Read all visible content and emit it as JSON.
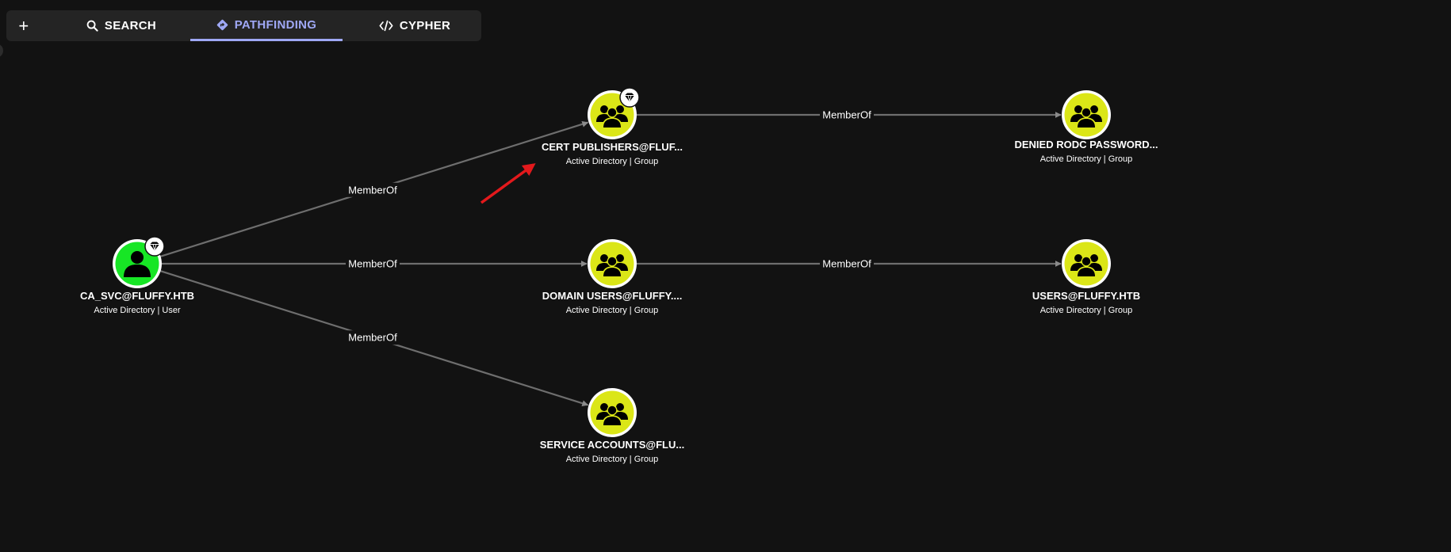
{
  "tabs": {
    "add_label": "+",
    "search_label": "SEARCH",
    "pathfinding_label": "PATHFINDING",
    "cypher_label": "CYPHER",
    "active": "pathfinding",
    "active_color": "#9FA8F5"
  },
  "graph": {
    "user_color": "#17E625",
    "group_color": "#DBE617",
    "edge_color": "#6e6e6e",
    "annotation_color": "#E3191C",
    "nodes": [
      {
        "id": "ca_svc",
        "label": "CA_SVC@FLUFFY.HTB",
        "sub": "Active Directory | User",
        "kind": "user",
        "badge": true,
        "icon": "user-icon"
      },
      {
        "id": "cert_pub",
        "label": "CERT PUBLISHERS@FLUF...",
        "sub": "Active Directory | Group",
        "kind": "group",
        "badge": true,
        "icon": "group-icon"
      },
      {
        "id": "domain_users",
        "label": "DOMAIN USERS@FLUFFY....",
        "sub": "Active Directory | Group",
        "kind": "group",
        "badge": false,
        "icon": "group-icon"
      },
      {
        "id": "service_acc",
        "label": "SERVICE ACCOUNTS@FLU...",
        "sub": "Active Directory | Group",
        "kind": "group",
        "badge": false,
        "icon": "group-icon"
      },
      {
        "id": "denied_rodc",
        "label": "DENIED RODC PASSWORD...",
        "sub": "Active Directory | Group",
        "kind": "group",
        "badge": false,
        "icon": "group-icon"
      },
      {
        "id": "users",
        "label": "USERS@FLUFFY.HTB",
        "sub": "Active Directory | Group",
        "kind": "group",
        "badge": false,
        "icon": "group-icon"
      }
    ],
    "edges": [
      {
        "from": "ca_svc",
        "to": "cert_pub",
        "label": "MemberOf"
      },
      {
        "from": "ca_svc",
        "to": "domain_users",
        "label": "MemberOf"
      },
      {
        "from": "ca_svc",
        "to": "service_acc",
        "label": "MemberOf"
      },
      {
        "from": "cert_pub",
        "to": "denied_rodc",
        "label": "MemberOf"
      },
      {
        "from": "domain_users",
        "to": "users",
        "label": "MemberOf"
      }
    ]
  }
}
